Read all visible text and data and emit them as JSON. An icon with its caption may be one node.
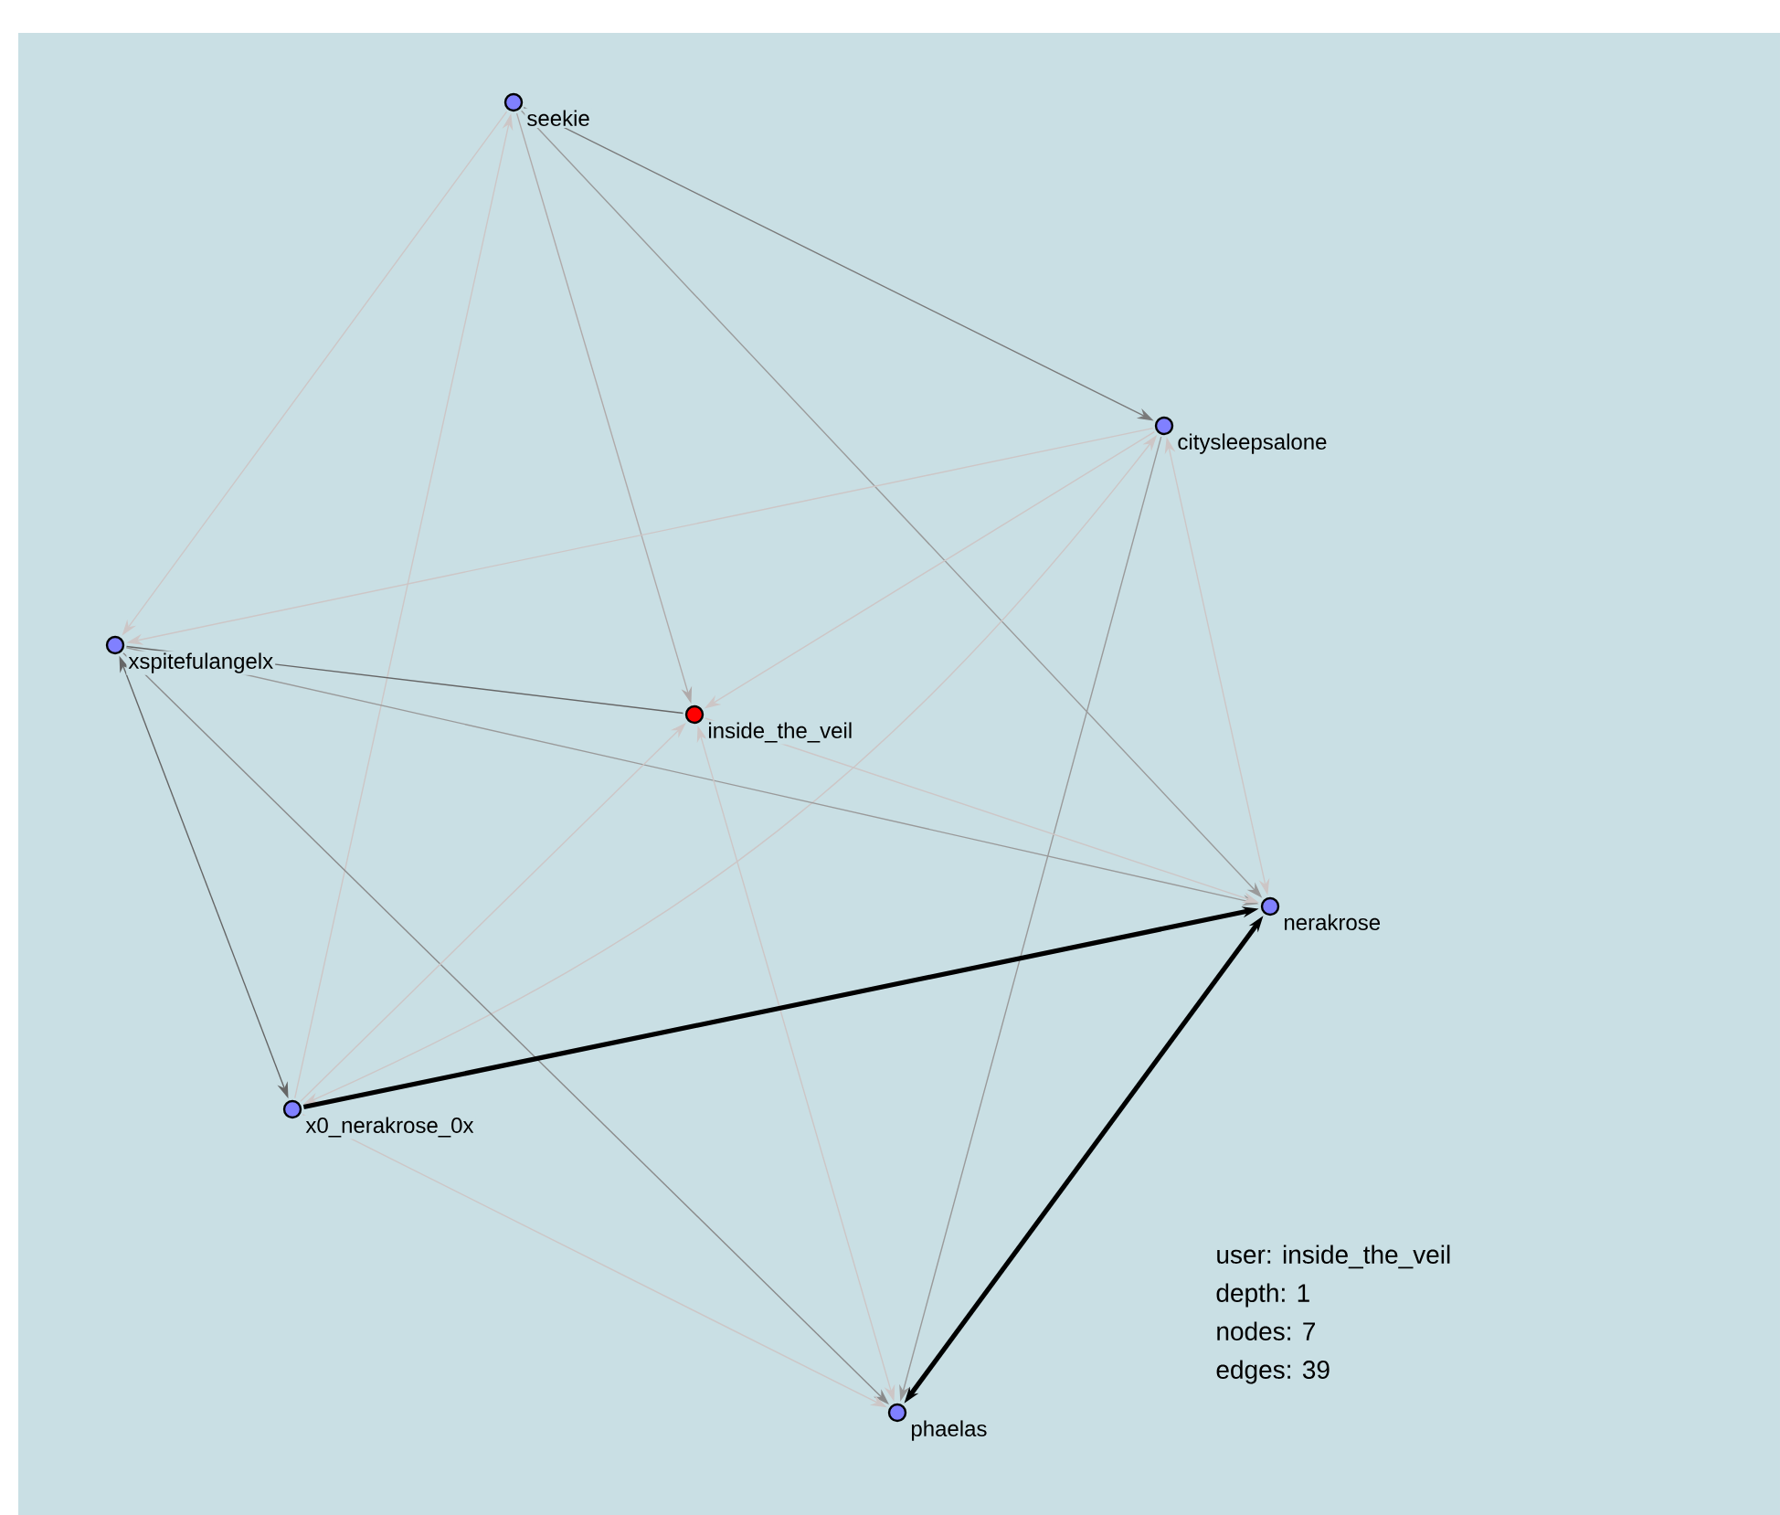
{
  "diagram": {
    "nodes": [
      {
        "text": [
          "seekie"
        ]
      },
      {
        "text": [
          "citysleepsalone"
        ]
      },
      {
        "text": [
          "xspitefulangelx"
        ]
      },
      {
        "text": [
          "inside_the_veil"
        ]
      },
      {
        "text": [
          "nerakrose"
        ]
      },
      {
        "text": [
          "x0_nerakrose_0x"
        ]
      },
      {
        "text": [
          "phaelas"
        ]
      }
    ],
    "edges": [
      {
        "from": 0,
        "to": 1,
        "arrow": "to",
        "color": "#7a7a7a"
      },
      {
        "from": 0,
        "to": 2,
        "arrow": "to"
      },
      {
        "from": 5,
        "to": 0,
        "arrow": "to"
      },
      {
        "from": 0,
        "to": 3,
        "arrow": "to",
        "color": "#b0aaaa"
      },
      {
        "from": 0,
        "to": 4,
        "arrow": "to",
        "color": "#9a9a9a"
      },
      {
        "from": 1,
        "to": 2,
        "arrow": "to"
      },
      {
        "from": 1,
        "to": 3,
        "arrow": "to"
      },
      {
        "from": 5,
        "to": 1,
        "arrow": "both"
      },
      {
        "from": 1,
        "to": 4,
        "arrow": "both"
      },
      {
        "from": 1,
        "to": 6,
        "arrow": "to",
        "color": "#9a9a9a"
      },
      {
        "from": 2,
        "to": 3,
        "arrow": "none",
        "color": "#666666"
      },
      {
        "from": 2,
        "to": 4,
        "arrow": "to",
        "color": "#9a9a9a"
      },
      {
        "from": 2,
        "to": 5,
        "arrow": "both",
        "color": "#666666"
      },
      {
        "from": 2,
        "to": 6,
        "arrow": "to",
        "color": "#8a8a8a"
      },
      {
        "from": 3,
        "to": 4,
        "arrow": "to"
      },
      {
        "from": 5,
        "to": 3,
        "arrow": "to"
      },
      {
        "from": 6,
        "to": 3,
        "arrow": "both"
      },
      {
        "from": 5,
        "to": 4,
        "arrow": "to",
        "style": "thick",
        "color": "#000000"
      },
      {
        "from": 4,
        "to": 6,
        "arrow": "both",
        "style": "thick",
        "color": "#000000"
      },
      {
        "from": 5,
        "to": 6,
        "arrow": "to"
      }
    ],
    "labels": [
      "user: inside_the_veil",
      "depth: 1",
      "nodes: 7",
      "edges: 39"
    ]
  }
}
